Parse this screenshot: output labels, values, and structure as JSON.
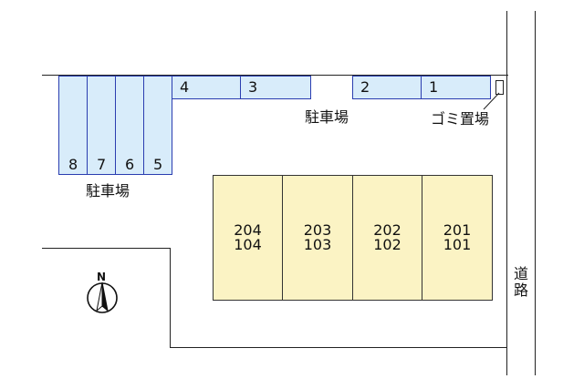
{
  "parking_slots": {
    "top_right": [
      "2",
      "1"
    ],
    "top_middle": [
      "4",
      "3"
    ],
    "left_bay": [
      "8",
      "7",
      "6",
      "5"
    ]
  },
  "labels": {
    "parking_main": "駐車場",
    "parking_left": "駐車場",
    "garbage": "ゴミ置場",
    "road": "道路",
    "north": "N"
  },
  "units": [
    {
      "upper": "204",
      "lower": "104"
    },
    {
      "upper": "203",
      "lower": "103"
    },
    {
      "upper": "202",
      "lower": "102"
    },
    {
      "upper": "201",
      "lower": "101"
    }
  ],
  "colors": {
    "slot_fill": "#d8ecfa",
    "slot_border": "#2a3db0",
    "building_fill": "#fbf3c4",
    "line": "#222222"
  }
}
